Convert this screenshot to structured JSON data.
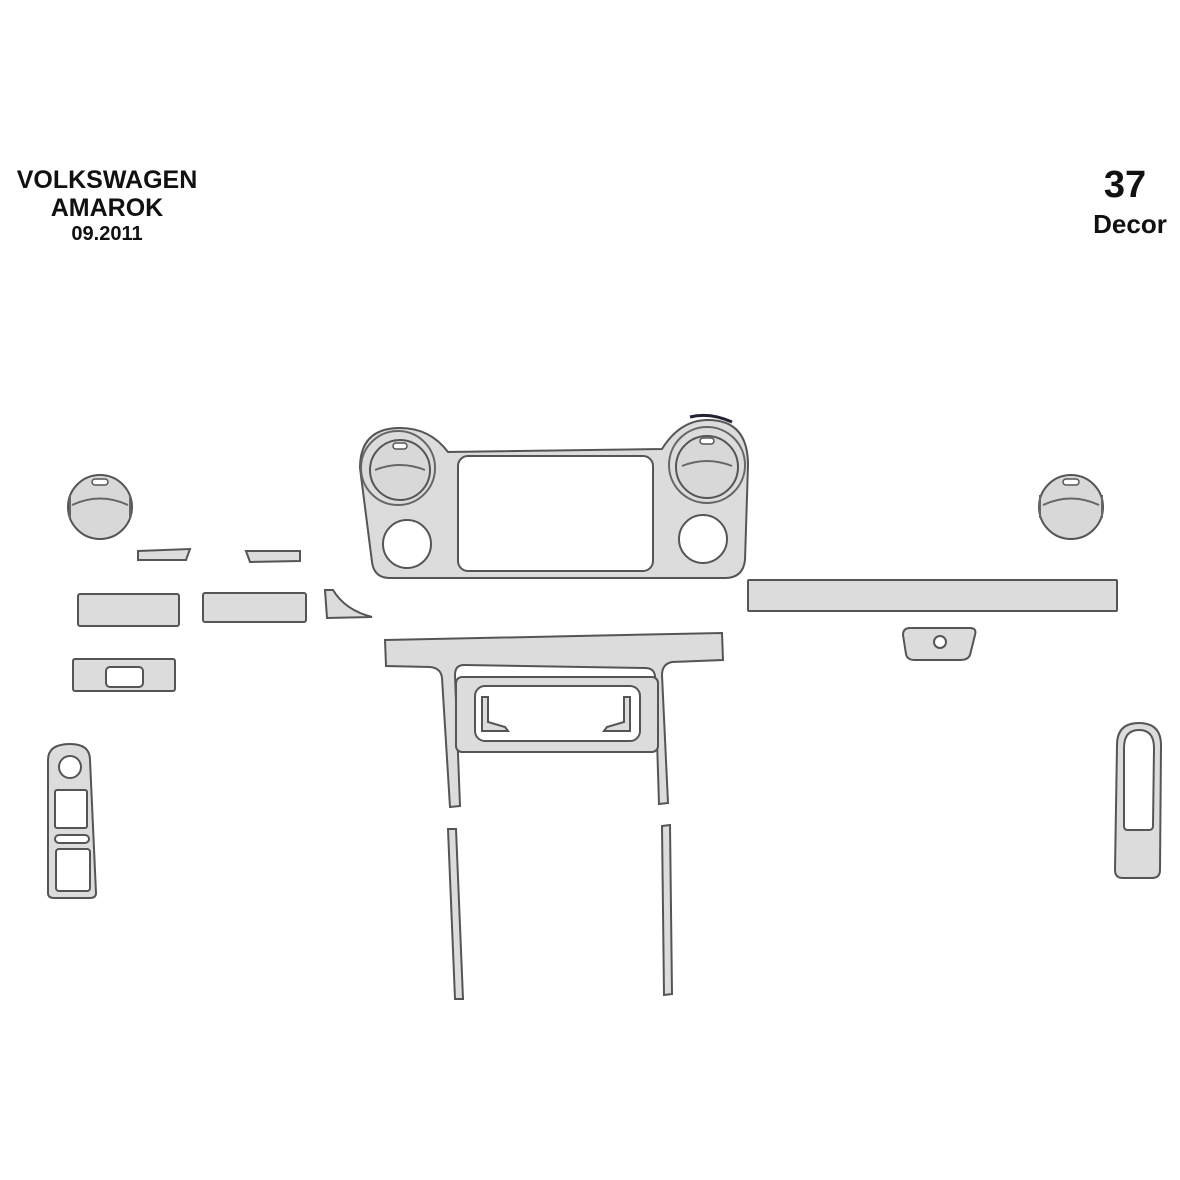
{
  "header": {
    "brand": "VOLKSWAGEN",
    "model": "AMAROK",
    "date": "09.2011",
    "kit_number": "37",
    "kit_type": "Decor"
  },
  "diagram": {
    "description": "Dashboard decor trim kit parts layout",
    "part_color": "#dcdcdc",
    "outline_color": "#555555",
    "background": "#ffffff",
    "parts": [
      {
        "name": "left-air-vent-trim"
      },
      {
        "name": "small-strip-left"
      },
      {
        "name": "small-strip-right"
      },
      {
        "name": "door-panel-strip-1"
      },
      {
        "name": "door-panel-strip-2"
      },
      {
        "name": "triangle-corner-piece"
      },
      {
        "name": "switch-panel-with-cutout"
      },
      {
        "name": "window-switch-panel"
      },
      {
        "name": "center-console-frame-with-vents"
      },
      {
        "name": "right-air-vent-trim"
      },
      {
        "name": "long-dashboard-strip"
      },
      {
        "name": "small-keyhole-trim"
      },
      {
        "name": "center-t-frame"
      },
      {
        "name": "climate-control-bezel"
      },
      {
        "name": "left-vertical-strip"
      },
      {
        "name": "right-vertical-strip"
      },
      {
        "name": "right-door-handle-trim"
      }
    ]
  }
}
